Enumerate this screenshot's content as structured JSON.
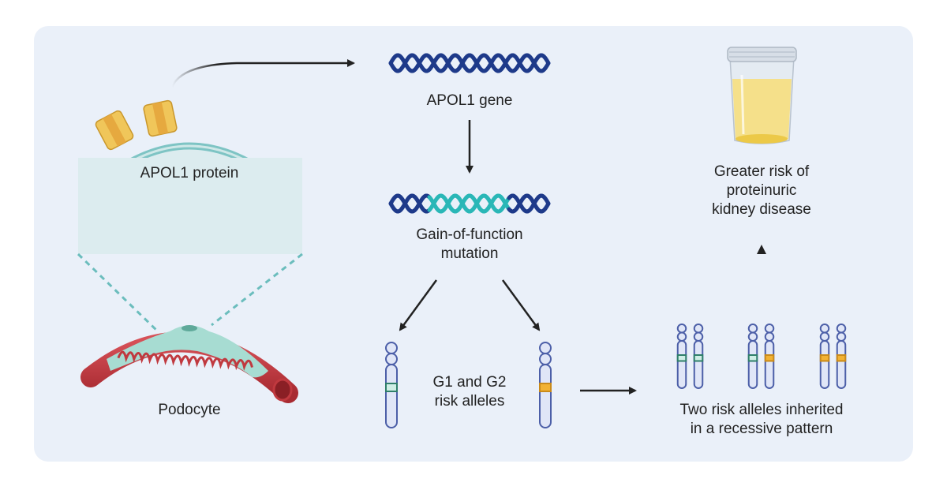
{
  "figure": {
    "colors": {
      "background_panel": "#eaf0f9",
      "membrane": "#7ec4c4",
      "cell_fill": "#dcecef",
      "channel": "#e8b84a",
      "dna_dark": "#1e3a8a",
      "dna_mutant": "#2ab7b7",
      "chromosome_outline": "#4c5fa8",
      "chromosome_fill": "#e0e6f7",
      "allele_g1": "#cfeee5",
      "allele_g1_border": "#2f7f6a",
      "allele_g2": "#f2b233",
      "vessel": "#c0393f",
      "podocyte": "#a7dcd2",
      "urine": "#f5e08a",
      "arrow": "#222222"
    },
    "labels": {
      "apol1_protein": "APOL1 protein",
      "podocyte": "Podocyte",
      "apol1_gene": "APOL1 gene",
      "mutation": "Gain-of-function\nmutation",
      "risk_alleles": "G1 and G2\nrisk alleles",
      "inheritance": "Two risk alleles inherited\nin a recessive pattern",
      "outcome": "Greater risk of\nproteinuric\nkidney disease"
    },
    "genotypes": [
      {
        "pair": [
          "G1",
          "G1"
        ]
      },
      {
        "pair": [
          "G1",
          "G2"
        ]
      },
      {
        "pair": [
          "G2",
          "G2"
        ]
      }
    ]
  }
}
